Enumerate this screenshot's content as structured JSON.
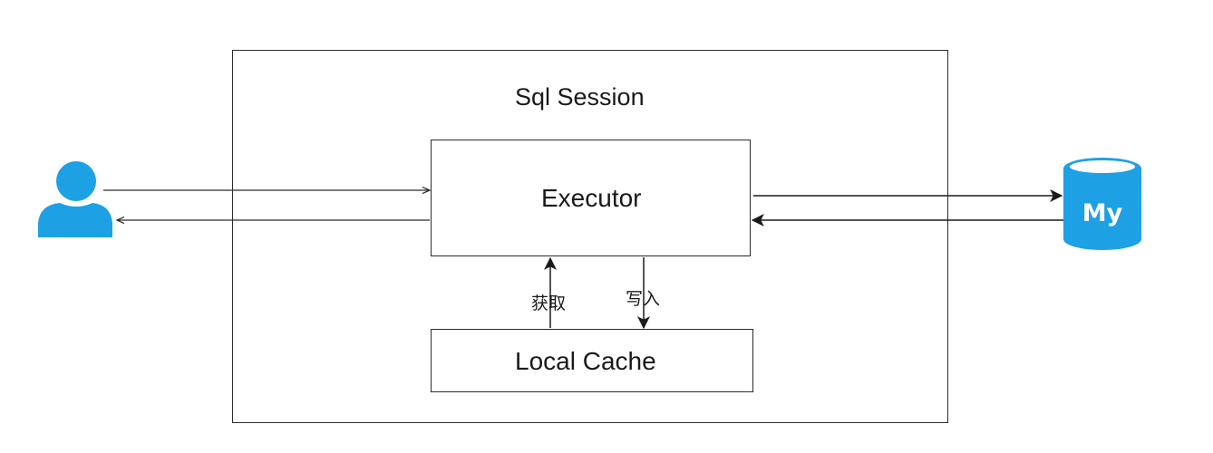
{
  "diagram": {
    "session_title": "Sql Session",
    "executor_label": "Executor",
    "cache_label": "Local Cache",
    "fetch_label": "获取",
    "write_label": "写入",
    "database_icon_text": "My"
  },
  "colors": {
    "accent": "#1ea0e4",
    "stroke": "#2b2b2b",
    "background": "#ffffff"
  },
  "icons": {
    "user": "user-icon",
    "database": "mysql-database-icon"
  }
}
